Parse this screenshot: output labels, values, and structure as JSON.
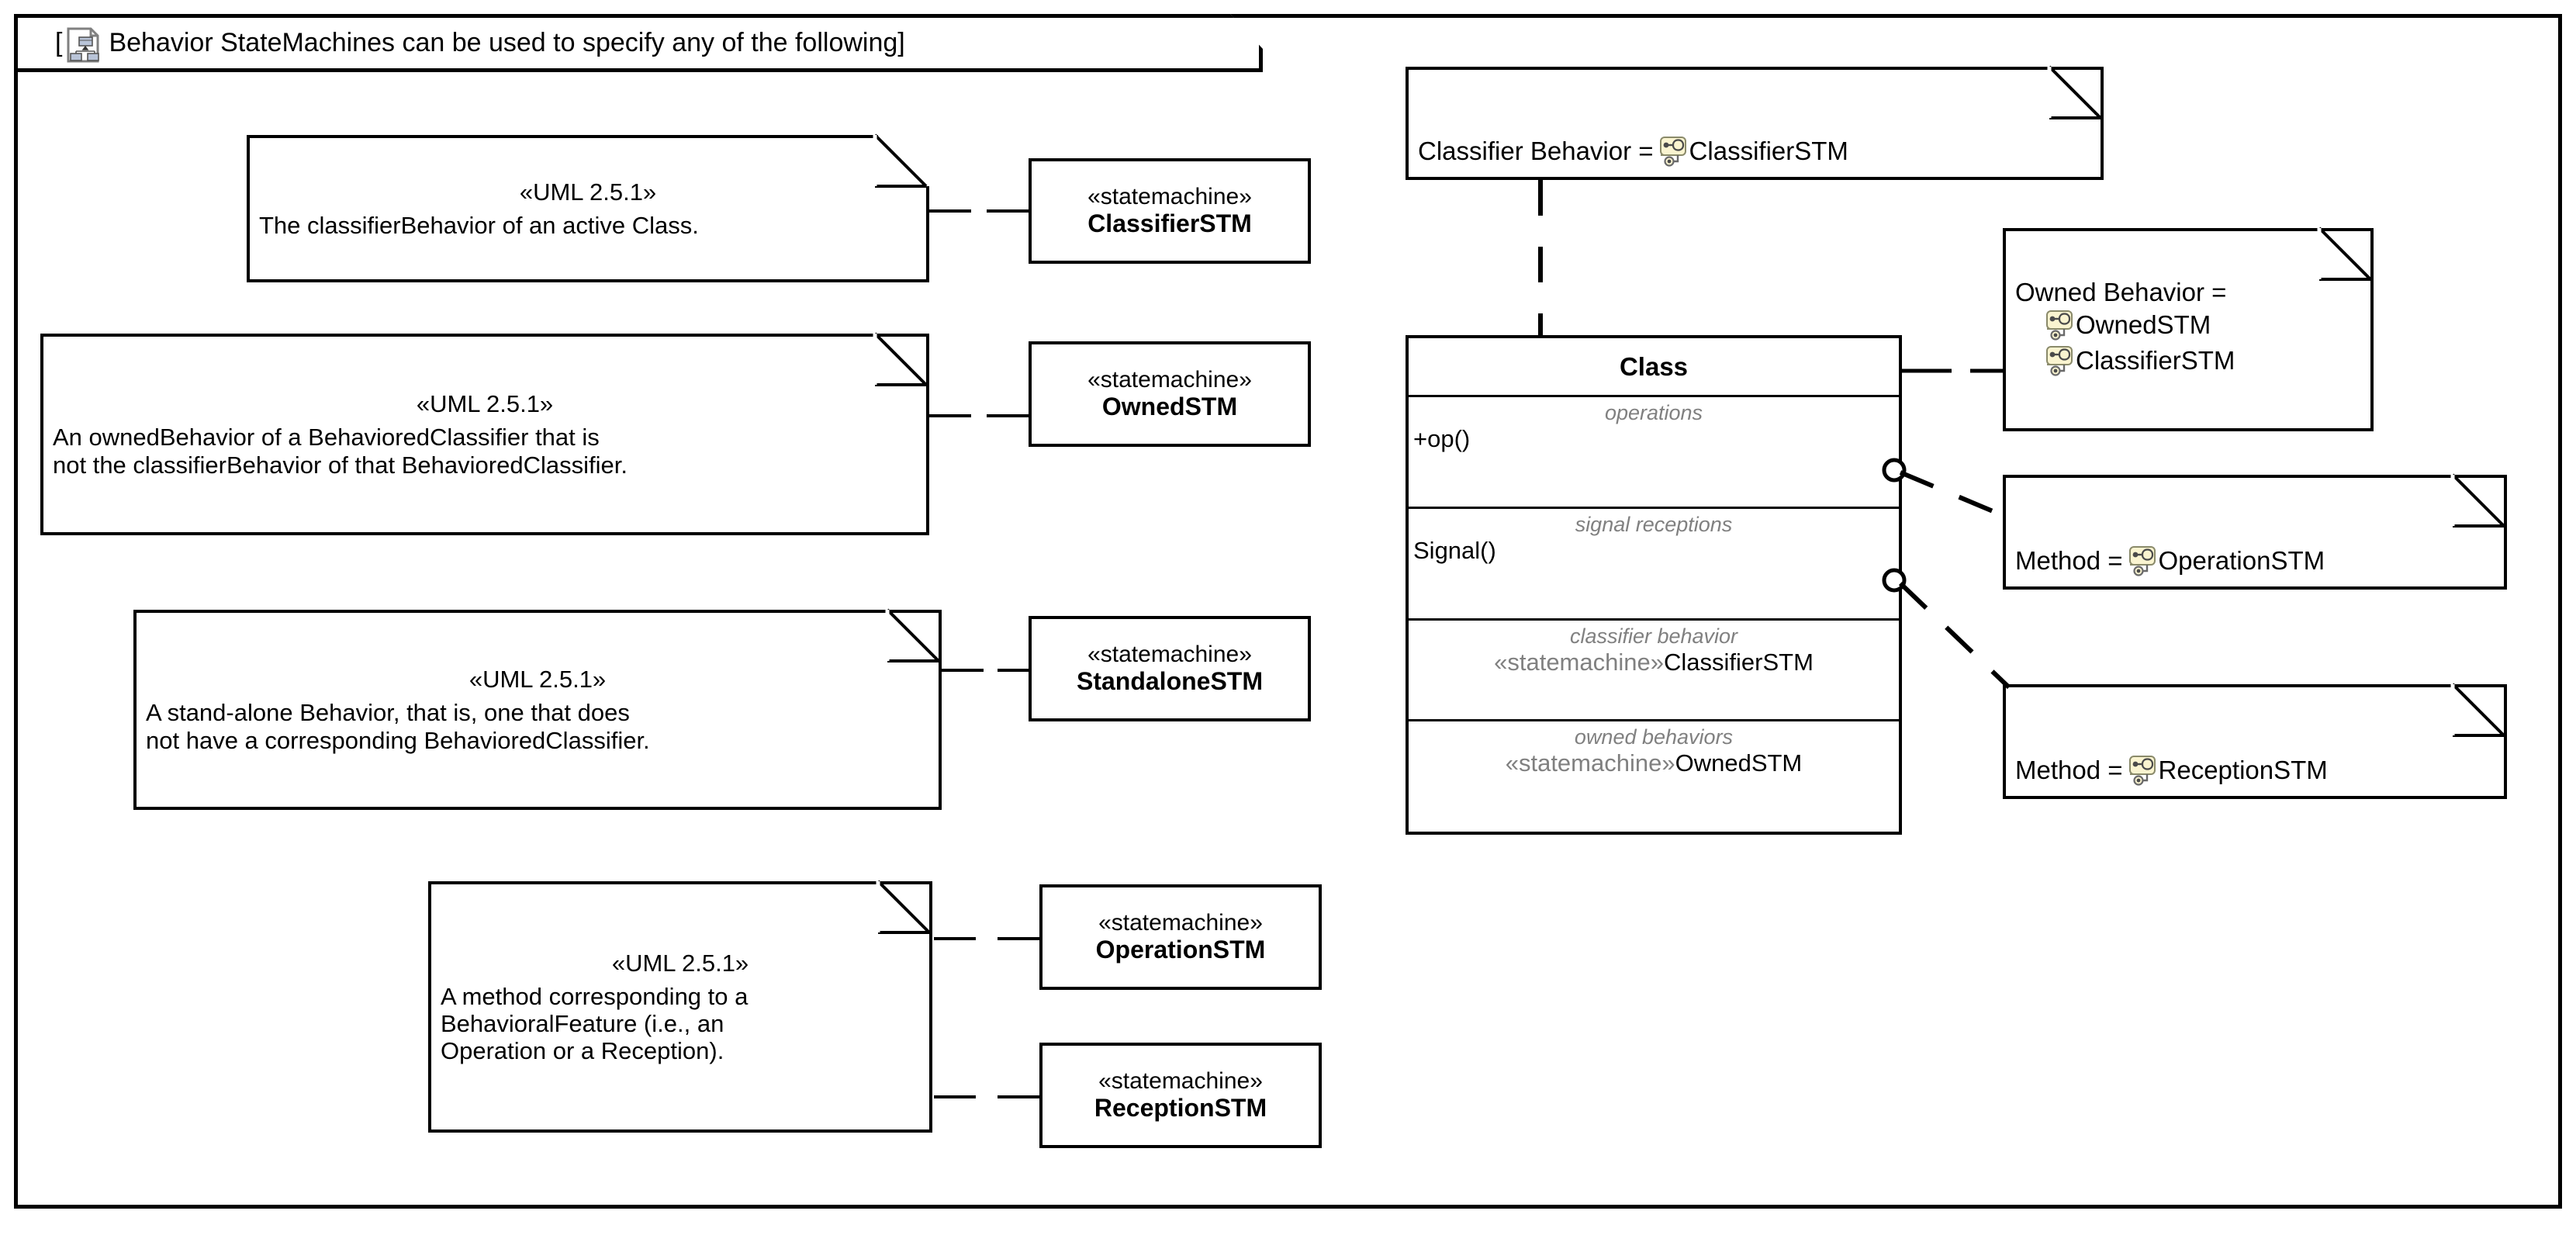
{
  "frame": {
    "title": "[ Behavior StateMachines can be used to specify any of the following]",
    "title_icon": "statemachine-diagram-icon",
    "open_bracket": "[",
    "title_text": "Behavior StateMachines can be used to specify any of the following]"
  },
  "notes": [
    {
      "id": "note-classifier-behavior",
      "stereotype": "«UML 2.5.1»",
      "lines": [
        "The classifierBehavior of an active Class."
      ]
    },
    {
      "id": "note-owned-behavior",
      "stereotype": "«UML 2.5.1»",
      "lines": [
        "An ownedBehavior of a BehavioredClassifier that is",
        "not the classifierBehavior of that BehavioredClassifier."
      ]
    },
    {
      "id": "note-standalone",
      "stereotype": "«UML 2.5.1»",
      "lines": [
        "A stand-alone Behavior, that is, one that does",
        "not have a corresponding BehavioredClassifier."
      ]
    },
    {
      "id": "note-method",
      "stereotype": "«UML 2.5.1»",
      "lines": [
        "A method corresponding to a",
        "BehavioralFeature (i.e., an",
        "Operation or a Reception)."
      ]
    }
  ],
  "statemachines": [
    {
      "id": "sm-classifier",
      "stereotype": "«statemachine»",
      "name": "ClassifierSTM"
    },
    {
      "id": "sm-owned",
      "stereotype": "«statemachine»",
      "name": "OwnedSTM"
    },
    {
      "id": "sm-standalone",
      "stereotype": "«statemachine»",
      "name": "StandaloneSTM"
    },
    {
      "id": "sm-operation",
      "stereotype": "«statemachine»",
      "name": "OperationSTM"
    },
    {
      "id": "sm-reception",
      "stereotype": "«statemachine»",
      "name": "ReceptionSTM"
    }
  ],
  "right": {
    "classifier_behavior_note": {
      "prefix": "Classifier Behavior = ",
      "icon": "statemachine-icon",
      "value": "ClassifierSTM"
    },
    "owned_behavior_note": {
      "prefix": "Owned Behavior =",
      "items": [
        {
          "icon": "statemachine-icon",
          "value": "OwnedSTM"
        },
        {
          "icon": "statemachine-icon",
          "value": "ClassifierSTM"
        }
      ]
    },
    "method_operation_note": {
      "prefix": "Method = ",
      "icon": "statemachine-icon",
      "value": "OperationSTM"
    },
    "method_reception_note": {
      "prefix": "Method = ",
      "icon": "statemachine-icon",
      "value": "ReceptionSTM"
    }
  },
  "class_box": {
    "name": "Class",
    "compartments": [
      {
        "label": "operations",
        "value": "+op()",
        "align": "left"
      },
      {
        "label": "signal receptions",
        "value": "Signal()",
        "align": "left"
      },
      {
        "label": "classifier behavior",
        "stereo": "«statemachine»",
        "value": "ClassifierSTM",
        "align": "center"
      },
      {
        "label": "owned behaviors",
        "stereo": "«statemachine»",
        "value": "OwnedSTM",
        "align": "center"
      }
    ]
  },
  "colors": {
    "stroke": "#000000",
    "note_fill": "#ffffff",
    "gray_text": "#808080",
    "icon_fill": "#faf4d0",
    "icon_stroke": "#8a8a6a",
    "frame_icon_stroke": "#808080"
  }
}
